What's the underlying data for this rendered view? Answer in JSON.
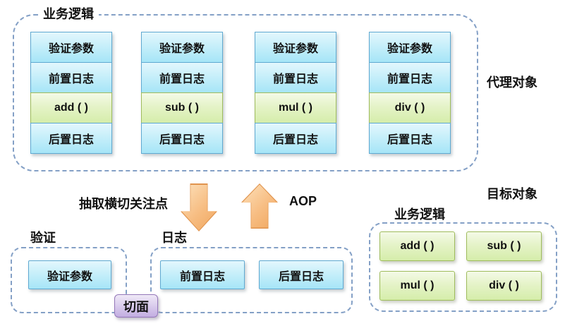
{
  "proxy": {
    "group_label": "业务逻辑",
    "side_label": "代理对象",
    "columns": [
      {
        "rows": [
          "验证参数",
          "前置日志",
          "add ( )",
          "后置日志"
        ]
      },
      {
        "rows": [
          "验证参数",
          "前置日志",
          "sub ( )",
          "后置日志"
        ]
      },
      {
        "rows": [
          "验证参数",
          "前置日志",
          "mul ( )",
          "后置日志"
        ]
      },
      {
        "rows": [
          "验证参数",
          "前置日志",
          "div ( )",
          "后置日志"
        ]
      }
    ]
  },
  "middle": {
    "extract_label": "抽取横切关注点",
    "aop_label": "AOP"
  },
  "aspects": {
    "validation": {
      "group_label": "验证",
      "box": "验证参数"
    },
    "logging": {
      "group_label": "日志",
      "boxes": [
        "前置日志",
        "后置日志"
      ]
    },
    "aspect_label": "切面"
  },
  "target": {
    "side_label": "目标对象",
    "group_label": "业务逻辑",
    "methods": [
      "add ( )",
      "sub ( )",
      "mul ( )",
      "div ( )"
    ]
  },
  "colors": {
    "blue_border": "#5fa9d1",
    "blue_fill": "#a6e5f7",
    "green_border": "#9fbc5c",
    "green_fill": "#d5edaa",
    "purple_border": "#9578b9",
    "orange_fill": "#f0a75f",
    "dash_border": "#84a0c6"
  }
}
